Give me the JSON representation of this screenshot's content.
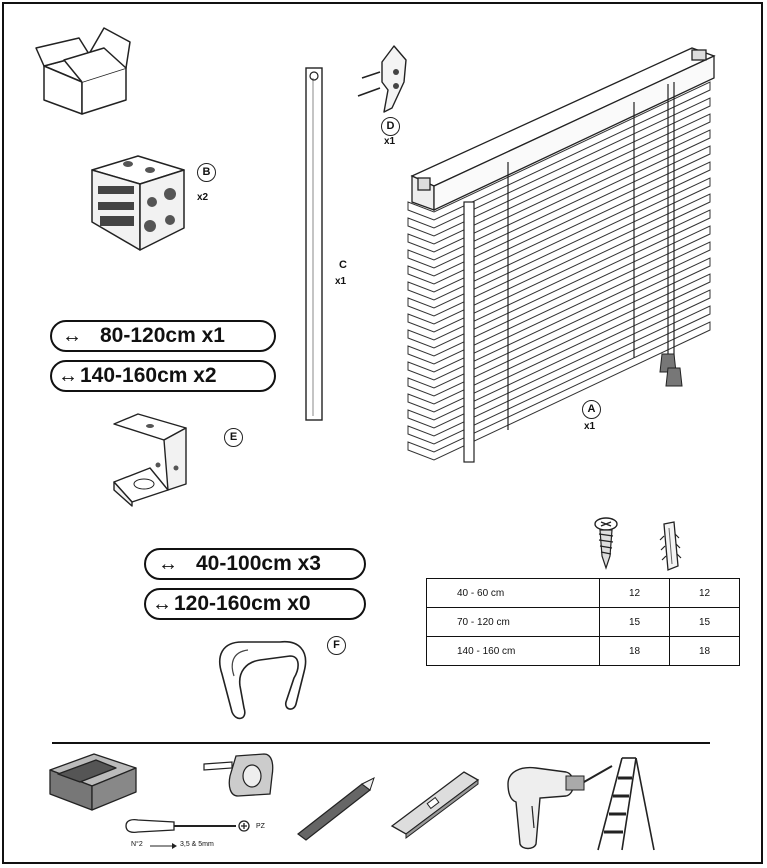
{
  "parts": {
    "A": {
      "letter": "A",
      "qty": "x1"
    },
    "B": {
      "letter": "B",
      "qty": "x2"
    },
    "C": {
      "letter": "C",
      "qty": "x1"
    },
    "D": {
      "letter": "D",
      "qty": "x1"
    },
    "E": {
      "letter": "E"
    },
    "F": {
      "letter": "F"
    }
  },
  "brackets_E": [
    {
      "range": "80-120cm x1"
    },
    {
      "range": "140-160cm x2"
    }
  ],
  "clips_F": [
    {
      "range": "40-100cm x3"
    },
    {
      "range": "120-160cm x0"
    }
  ],
  "screw_table": {
    "rows": [
      {
        "width": "40 - 60 cm",
        "screws": "12",
        "plugs": "12"
      },
      {
        "width": "70 - 120 cm",
        "screws": "15",
        "plugs": "15"
      },
      {
        "width": "140 - 160 cm",
        "screws": "18",
        "plugs": "18"
      }
    ]
  },
  "tools": {
    "screwdriver_size": "N°2",
    "screwdriver_tip": "PZ",
    "drill_bits": "3,5 & 5mm"
  }
}
